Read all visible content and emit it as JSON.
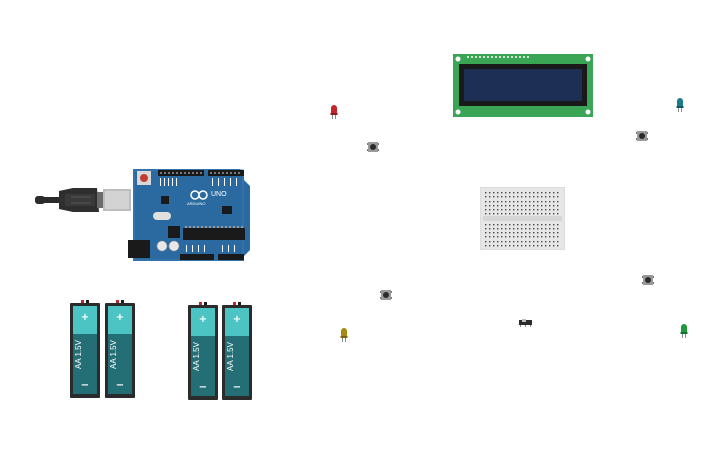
{
  "canvas": {
    "background": "#ffffff"
  },
  "arduino": {
    "brand_label": "ARDUINO",
    "model_label": "UNO",
    "board_color": "#2b6aa1",
    "usb_cable_color": "#2b2b2b"
  },
  "batteries": [
    {
      "voltage_label": "AA 1.5V",
      "plus": "+",
      "minus": "−"
    },
    {
      "voltage_label": "AA 1.5V",
      "plus": "+",
      "minus": "−"
    },
    {
      "voltage_label": "AA 1.5V",
      "plus": "+",
      "minus": "−"
    },
    {
      "voltage_label": "AA 1.5V",
      "plus": "+",
      "minus": "−"
    }
  ],
  "lcd": {
    "pcb_color": "#3aa655",
    "screen_color": "#1e2f55"
  },
  "breadboard": {
    "color": "#e6e6e6"
  },
  "leds": [
    {
      "name": "red-led",
      "color": "#c0262b"
    },
    {
      "name": "blue-led",
      "color": "#1c7c8c"
    },
    {
      "name": "yellow-led",
      "color": "#a58a14"
    },
    {
      "name": "green-led",
      "color": "#1f9a3a"
    }
  ],
  "pushbuttons": [
    {
      "name": "pushbutton-1"
    },
    {
      "name": "pushbutton-2"
    },
    {
      "name": "pushbutton-3"
    },
    {
      "name": "pushbutton-4"
    }
  ],
  "slide_switch": {
    "name": "slide-switch"
  }
}
